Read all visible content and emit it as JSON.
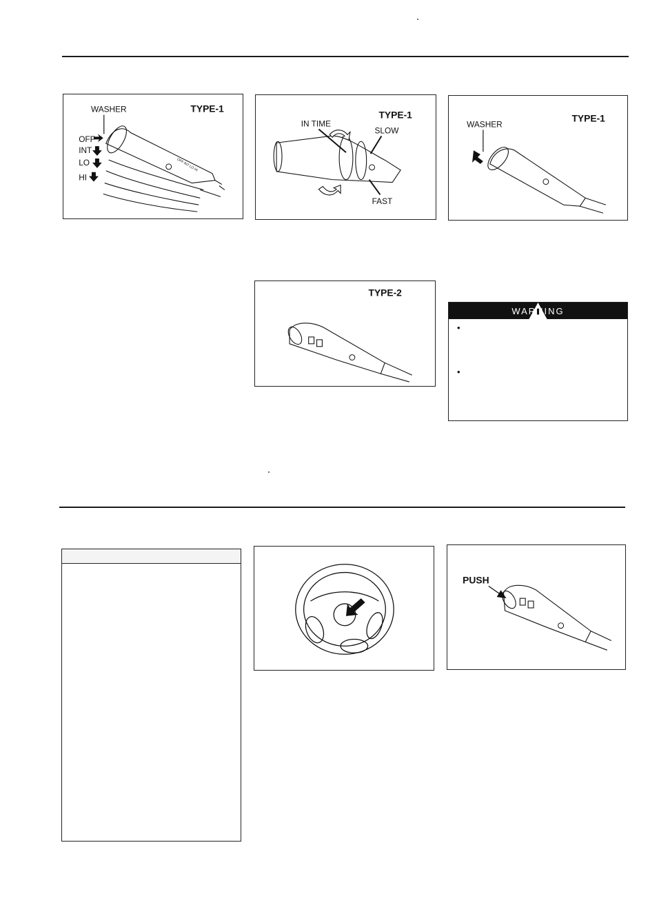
{
  "figures": {
    "fig1": {
      "type_label": "TYPE-1",
      "washer_label": "WASHER",
      "positions": [
        "OFF",
        "INT",
        "LO",
        "HI"
      ]
    },
    "fig2": {
      "type_label": "TYPE-1",
      "in_time_label": "IN TIME",
      "slow_label": "SLOW",
      "fast_label": "FAST"
    },
    "fig3": {
      "type_label": "TYPE-1",
      "washer_label": "WASHER"
    },
    "fig4": {
      "type_label": "TYPE-2"
    },
    "fig6": {
      "push_label": "PUSH"
    }
  },
  "warning": {
    "title": "WARNING",
    "bullets": [
      "•",
      "•"
    ]
  },
  "colors": {
    "ink": "#111111",
    "paper": "#ffffff"
  },
  "icons": [
    "warning-triangle-icon",
    "arrow-icon",
    "wiper-icon"
  ]
}
